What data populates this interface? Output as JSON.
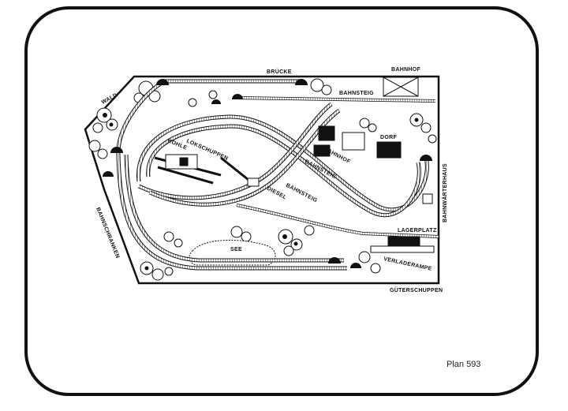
{
  "plan": {
    "caption": "Plan 593",
    "labels": {
      "bruecke": "BRÜCKE",
      "bahnhof_top": "BAHNHOF",
      "wald": "WALD",
      "bahnsteig_top": "BAHNSTEIG",
      "dorf": "DORF",
      "kohle": "KOHLE",
      "lokschuppen": "LOKSCHUPPEN",
      "bahnhof_mid": "BAHNHOF",
      "bahnsteig_mid": "BAHNSTEIG",
      "diesel": "DIESEL",
      "bahnsteig_low": "BAHNSTEIG",
      "bahnschranken": "BAHNSCHRANKEN",
      "bahnwaerterhaus": "BAHNWÄRTERHAUS",
      "lagerplatz": "LAGERPLATZ",
      "see": "SEE",
      "verladerampe": "VERLADERAMPE",
      "gueterschuppen": "GÜTERSCHUPPEN"
    }
  },
  "colors": {
    "ink": "#111111",
    "paper": "#ffffff"
  }
}
